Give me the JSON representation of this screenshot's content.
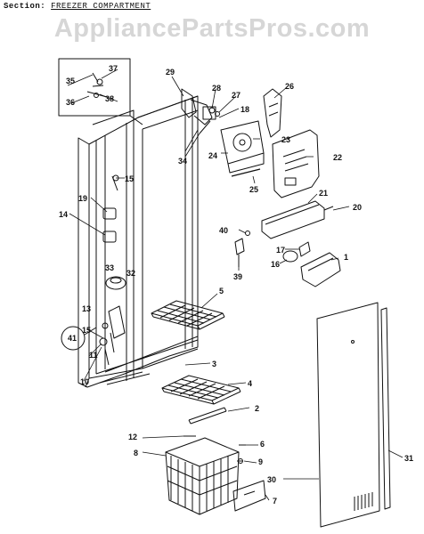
{
  "header": {
    "section_label": "Section:",
    "section_name": "FREEZER COMPARTMENT"
  },
  "watermark": "AppliancePartsPros.com",
  "callouts": [
    "1",
    "2",
    "3",
    "4",
    "5",
    "6",
    "7",
    "8",
    "9",
    "10",
    "11",
    "12",
    "13",
    "14",
    "15",
    "15",
    "16",
    "17",
    "18",
    "19",
    "20",
    "21",
    "22",
    "23",
    "24",
    "25",
    "26",
    "27",
    "28",
    "29",
    "30",
    "31",
    "32",
    "33",
    "34",
    "35",
    "36",
    "37",
    "38",
    "39",
    "40",
    "41"
  ]
}
